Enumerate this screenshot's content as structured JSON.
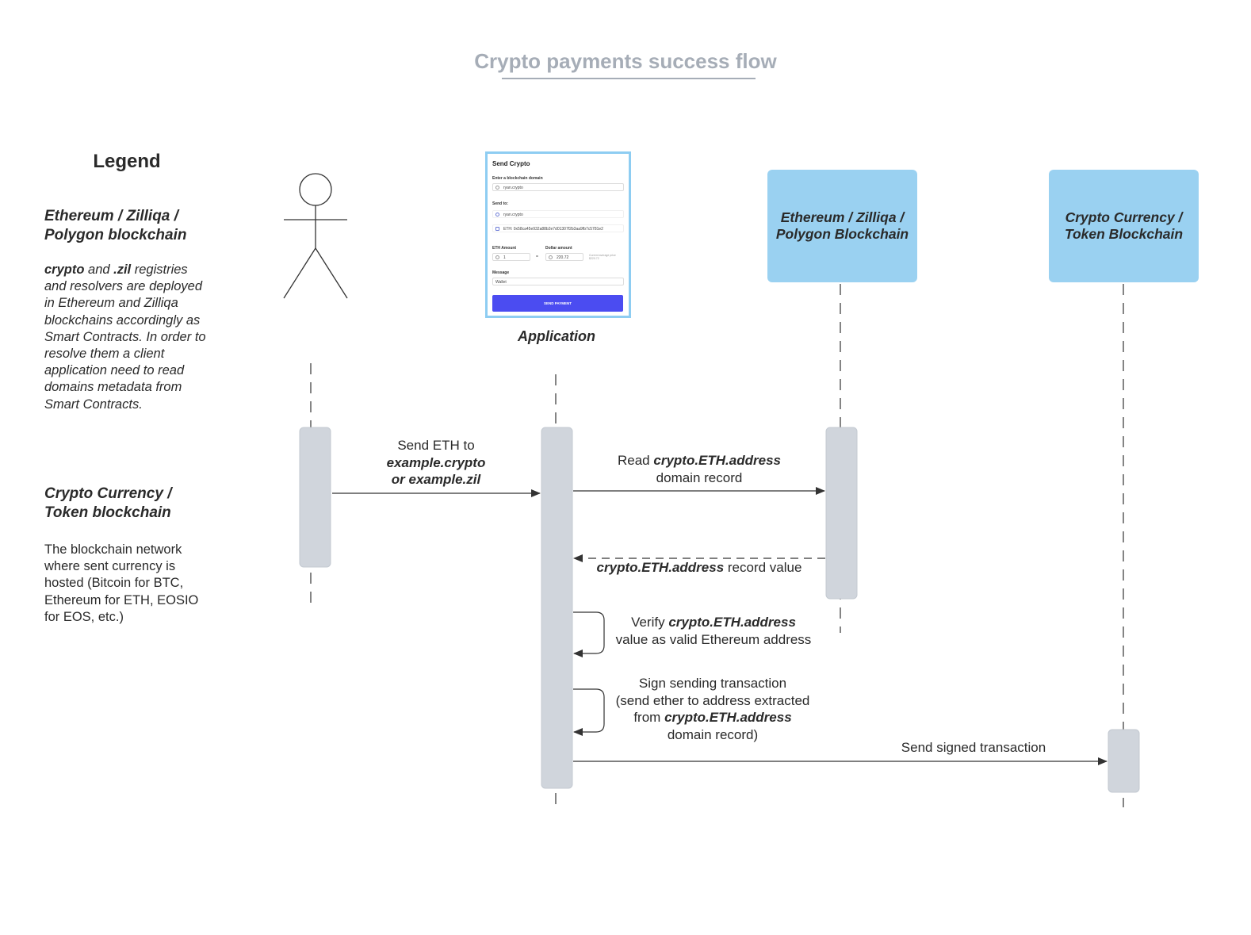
{
  "title": "Crypto payments success flow",
  "legend": {
    "title": "Legend",
    "ethereum_heading": "Ethereum / Zilliqa / Polygon blockchain",
    "ethereum_text_parts": {
      "crypto": "crypto",
      "and": " and ",
      "zil": ".zil",
      "rest": " registries and resolvers are deployed in Ethereum and Zilliqa blockchains accordingly as Smart Contracts. In order to resolve them a client application need to read domains metadata from Smart Contracts."
    },
    "currency_heading": "Crypto Currency / Token blockchain",
    "currency_text": "The blockchain network where sent currency is hosted (Bitcoin for BTC, Ethereum for ETH, EOSIO for EOS, etc.)"
  },
  "participants": {
    "application_label": "Application",
    "ethereum_box": "Ethereum / Zilliqa / Polygon Blockchain",
    "currency_box": "Crypto Currency / Token Blockchain"
  },
  "mockup": {
    "title": "Send Crypto",
    "domain_label": "Enter a blockchain domain",
    "domain_value": "ryan.crypto",
    "send_to_label": "Send to:",
    "send_to_domain": "ryan.crypto",
    "eth_address": "ETH: 0x58ca45e932a88b2e7d01307f2b3aa9fb7c5781e2",
    "eth_amount_label": "ETH Amount",
    "eth_amount_value": "1",
    "dollar_amount_label": "Dollar amount",
    "dollar_amount_value": "220.72",
    "approx": "=",
    "price_note": "Current average price $220.72",
    "message_label": "Message",
    "message_value": "Wallet",
    "button_label": "SEND PAYMENT"
  },
  "messages": {
    "send_eth": {
      "line1": "Send ETH to",
      "line2": "example.crypto",
      "line3": "or example.zil"
    },
    "read_record": {
      "prefix": "Read ",
      "bold": "crypto.ETH.address",
      "line2": "domain record"
    },
    "record_value": {
      "bold": "crypto.ETH.address",
      "suffix": " record value"
    },
    "verify": {
      "prefix": "Verify ",
      "bold": "crypto.ETH.address",
      "line2": "value as valid Ethereum address"
    },
    "sign": {
      "line1": "Sign sending transaction",
      "line2": "(send ether to address extracted",
      "line3_prefix": "from ",
      "line3_bold": "crypto.ETH.address",
      "line4": "domain record)"
    },
    "send_signed": "Send signed transaction"
  },
  "colors": {
    "title": "#a6adb7",
    "participant_box": "#9ad1f1",
    "activation_bar": "#d0d5dc",
    "mockup_border": "#8ecdf2",
    "mockup_button": "#4b4cf1",
    "line": "#333333"
  }
}
